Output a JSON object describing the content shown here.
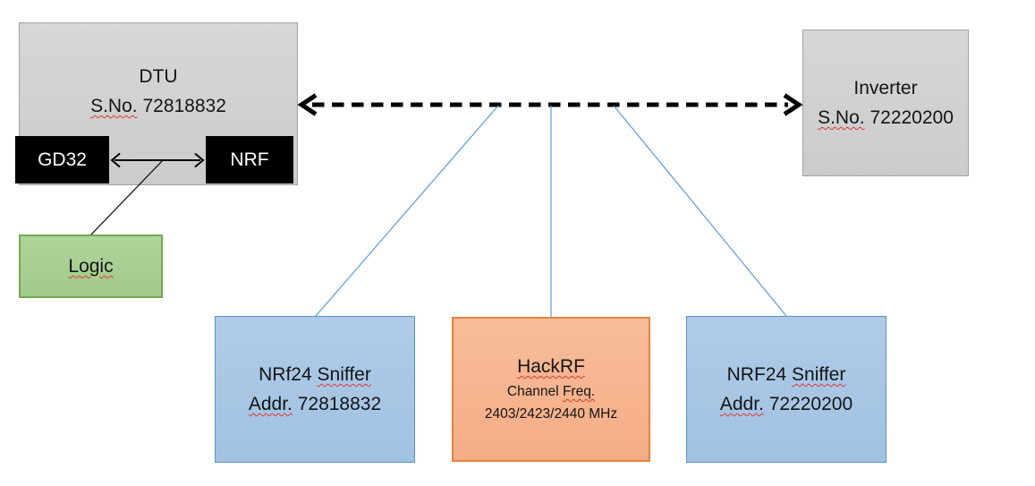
{
  "dtu": {
    "name": "DTU",
    "sno_label": "S.No.",
    "sno_value": "72818832",
    "chip_left": "GD32",
    "chip_right": "NRF"
  },
  "logic": {
    "label": "Logic"
  },
  "inverter": {
    "name": "Inverter",
    "sno_label": "S.No.",
    "sno_value": "72220200"
  },
  "sniffer_left": {
    "line1_prefix": "NRf24",
    "line1_word": "Sniffer",
    "addr_label": "Addr.",
    "addr_value": "72818832"
  },
  "hackrf": {
    "title": "HackRF",
    "channel_prefix": "Channel",
    "channel_word": "Freq.",
    "frequencies": "2403/2423/2440 MHz"
  },
  "sniffer_right": {
    "line1_prefix": "NRF24",
    "line1_word": "Sniffer",
    "addr_label": "Addr.",
    "addr_value": "72220200"
  },
  "colors": {
    "gray_fill": "#d0d0d0",
    "gray_border": "#a2a2a2",
    "chip_fill": "#000000",
    "green_fill": "#a9ce94",
    "green_border": "#74a950",
    "blue_fill": "#a8c6e4",
    "blue_border": "#5b92c8",
    "orange_fill": "#f5b28c",
    "orange_border": "#e8823c",
    "connector_blue": "#5b9bd5",
    "arrow_black": "#000000",
    "spellcheck_red": "#d83a2e"
  }
}
